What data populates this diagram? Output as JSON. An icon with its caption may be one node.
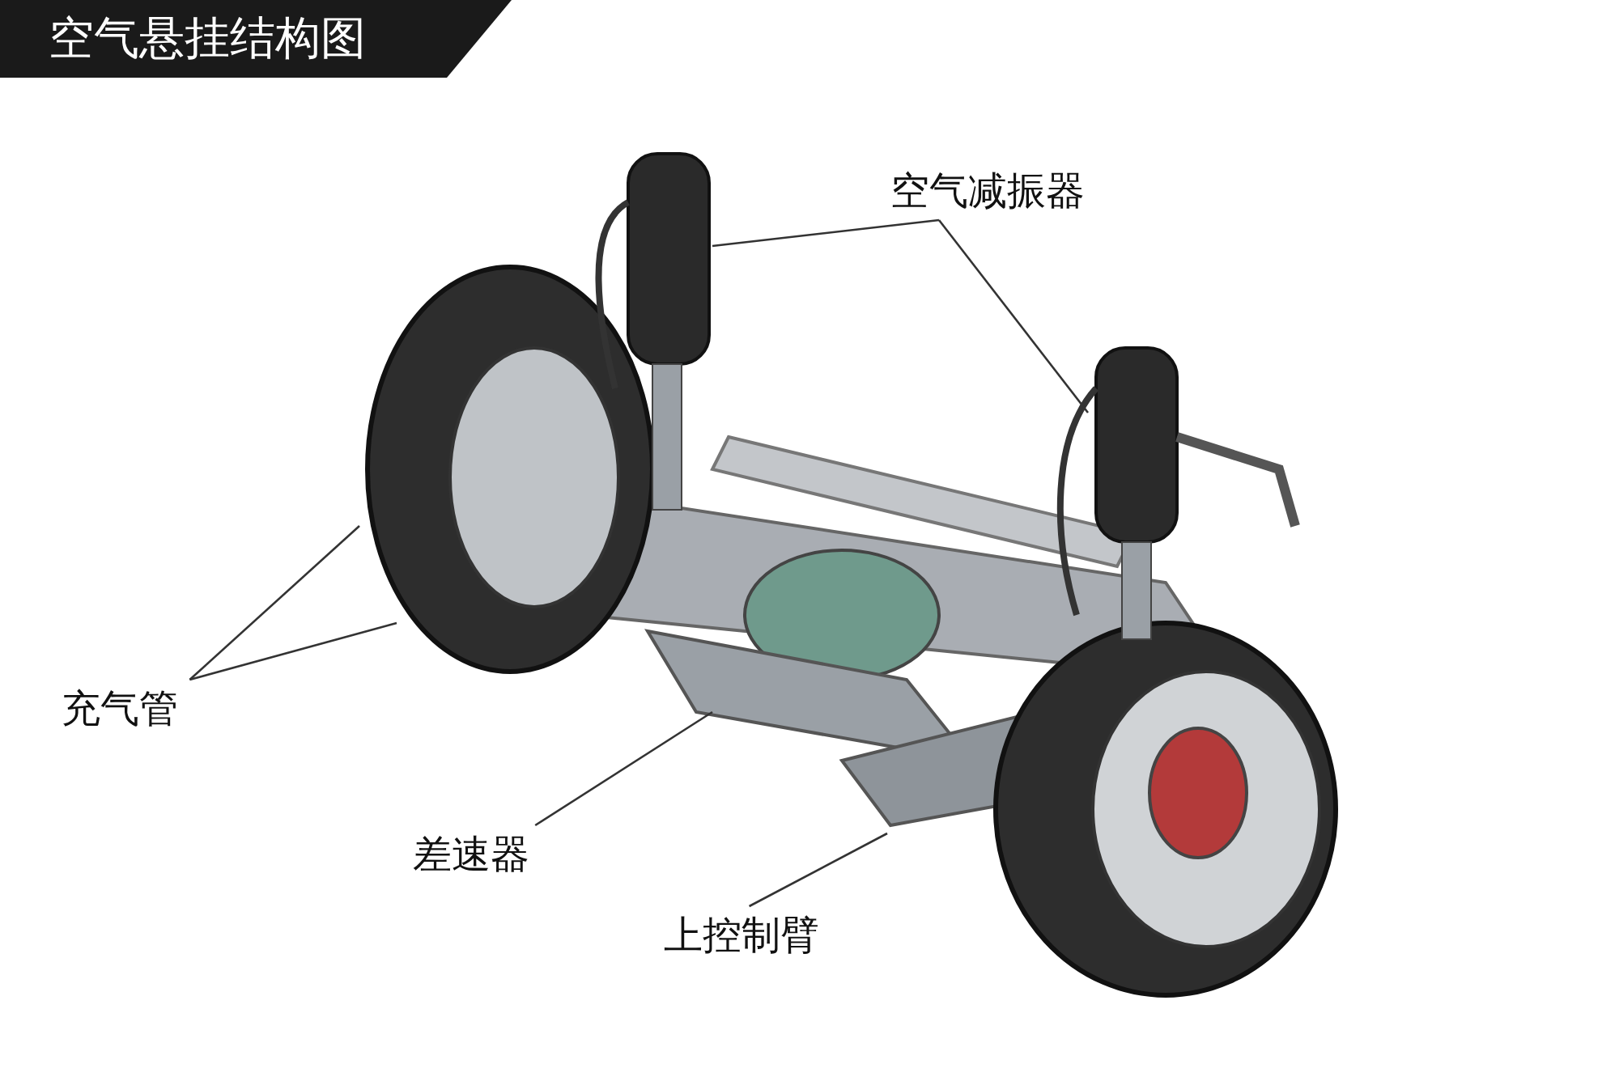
{
  "diagram": {
    "title": "空气悬挂结构图",
    "nodes": [
      {
        "text": [
          "空气减振器"
        ]
      },
      {
        "text": [
          "充气管"
        ]
      },
      {
        "text": [
          "差速器"
        ]
      },
      {
        "text": [
          "上控制臂"
        ]
      }
    ],
    "edges": [
      {
        "from": 0,
        "to": null,
        "arrow": "none"
      },
      {
        "from": 0,
        "to": null,
        "arrow": "none"
      },
      {
        "from": 1,
        "to": null,
        "arrow": "none"
      },
      {
        "from": 1,
        "to": null,
        "arrow": "none"
      },
      {
        "from": 2,
        "to": null,
        "arrow": "none"
      },
      {
        "from": 3,
        "to": null,
        "arrow": "none"
      }
    ]
  }
}
